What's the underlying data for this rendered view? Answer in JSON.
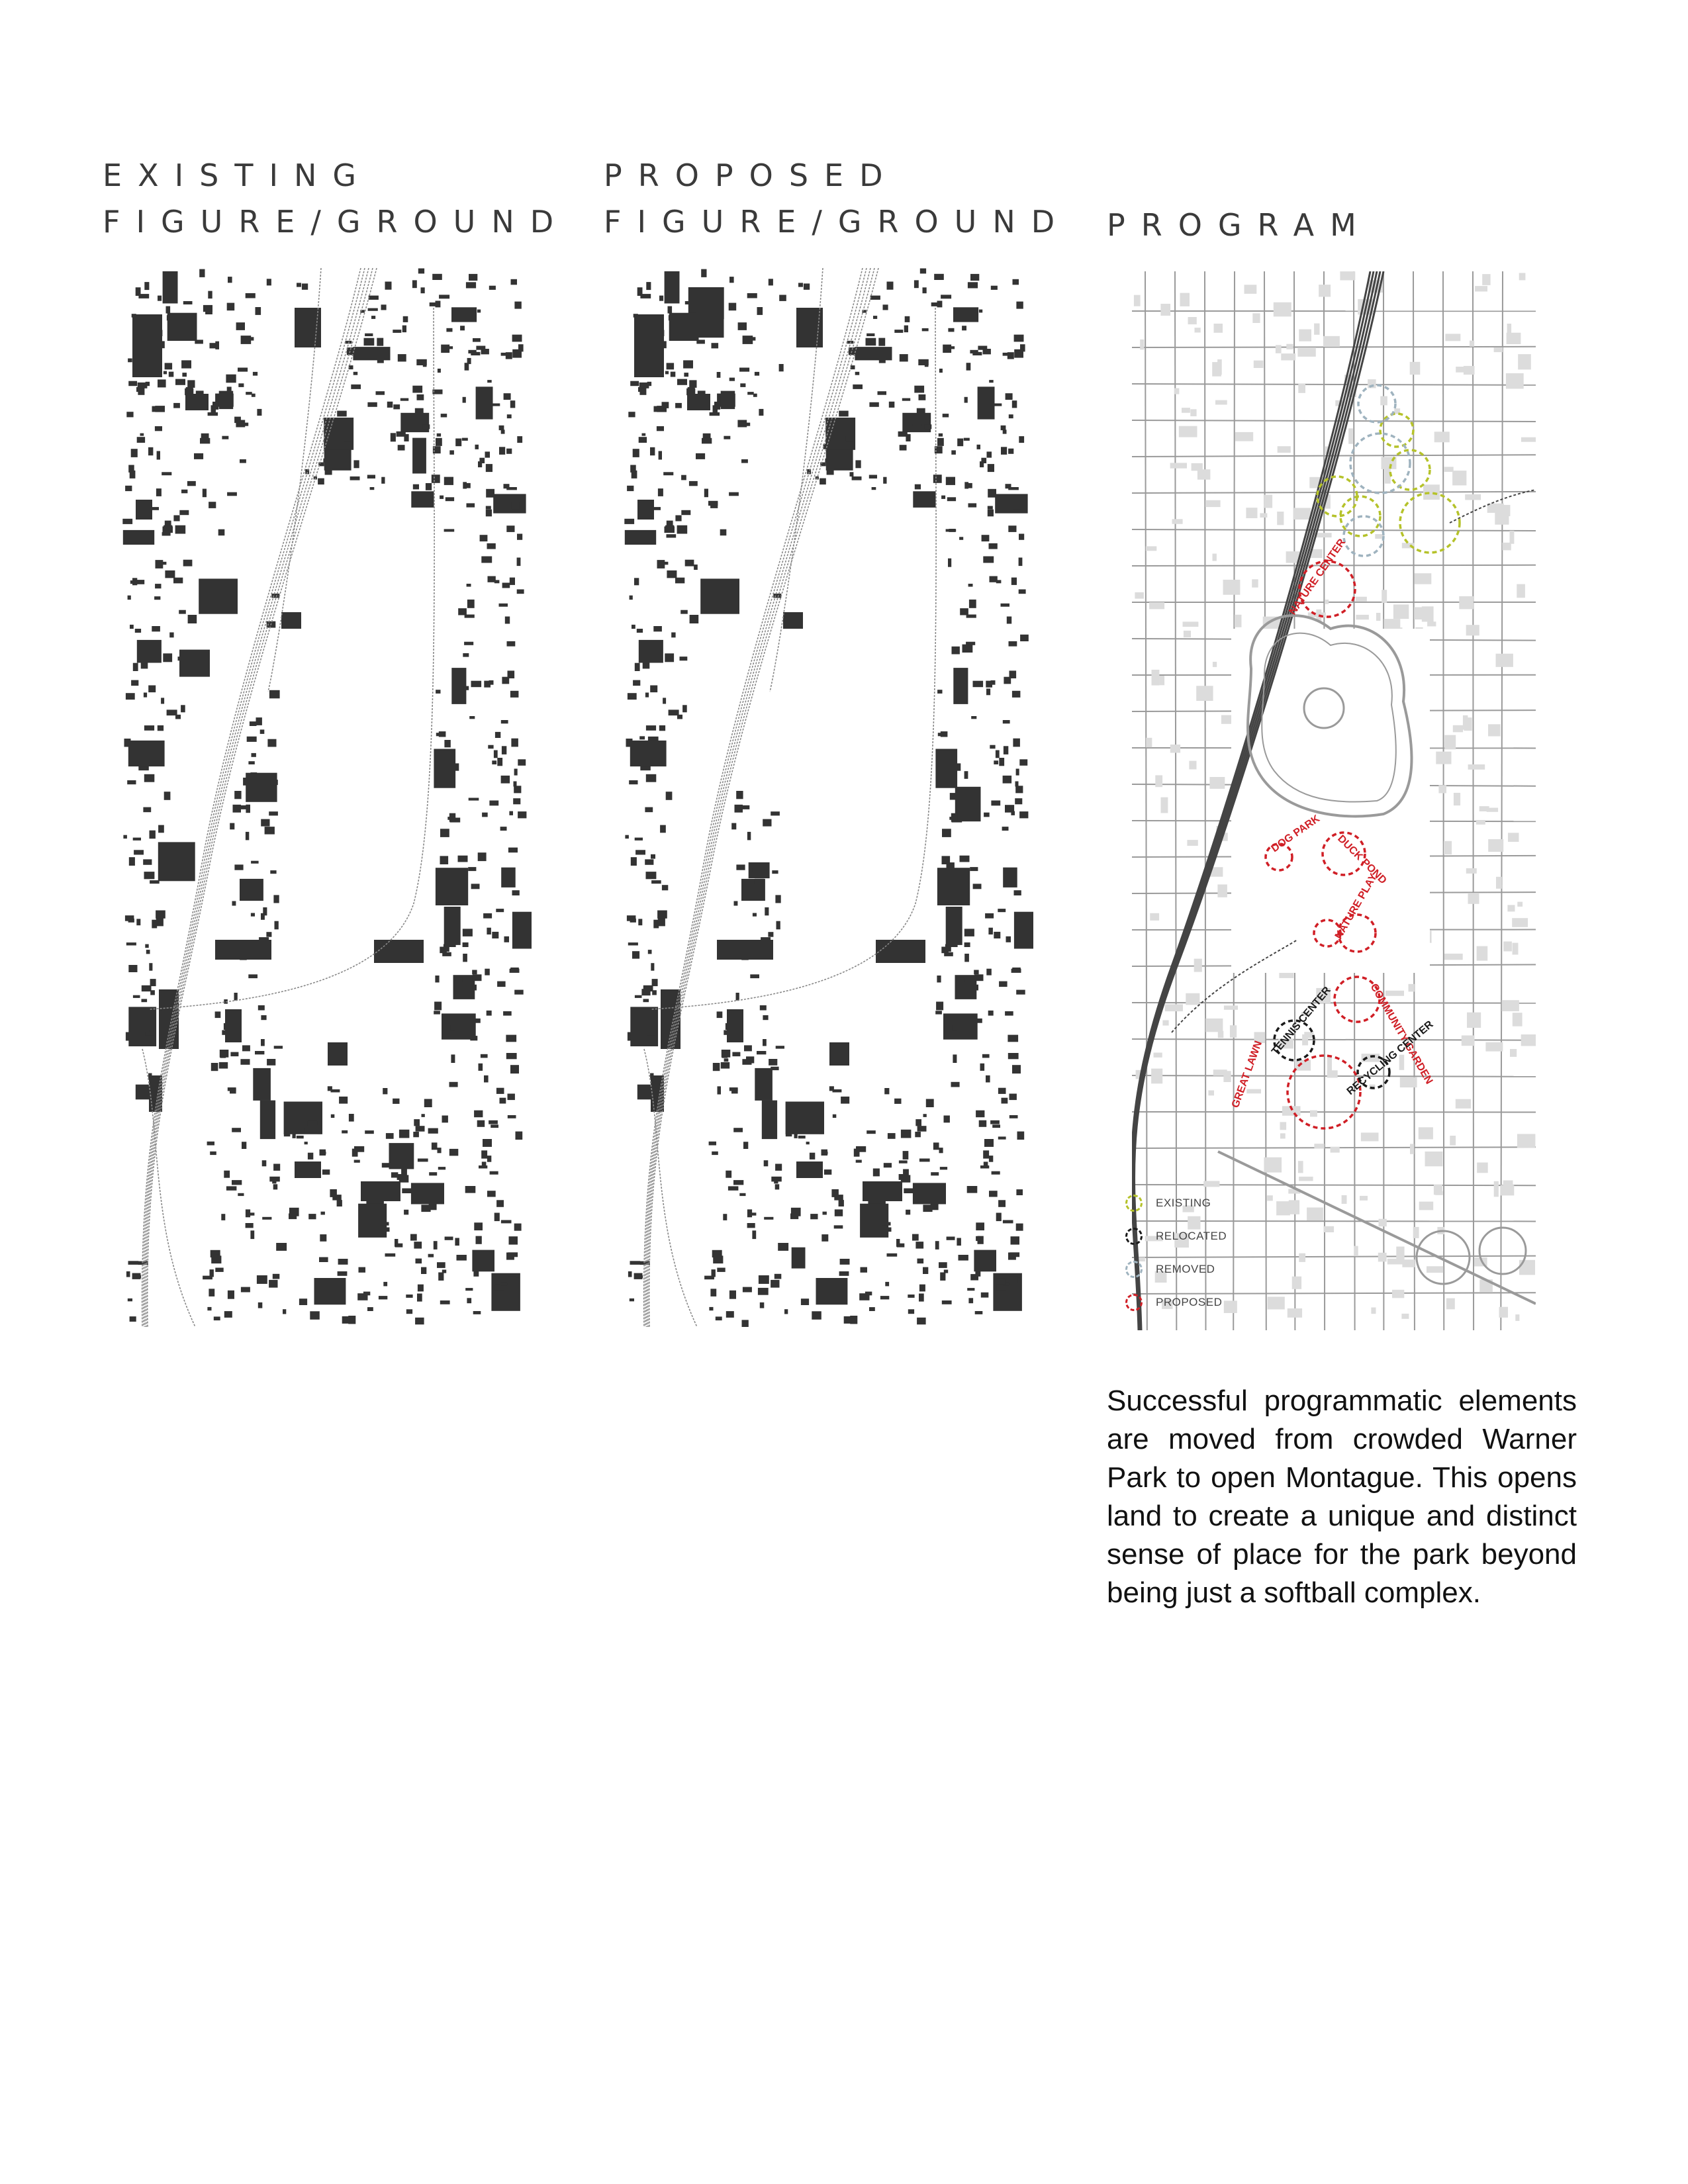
{
  "headings": {
    "existing": [
      "EXISTING",
      "FIGURE/GROUND"
    ],
    "proposed": [
      "PROPOSED",
      "FIGURE/GROUND"
    ],
    "program": "PROGRAM"
  },
  "legend": [
    {
      "label": "EXISTING",
      "color": "#b5c22a"
    },
    {
      "label": "RELOCATED",
      "color": "#1a1a1a"
    },
    {
      "label": "REMOVED",
      "color": "#9fb3bf"
    },
    {
      "label": "PROPOSED",
      "color": "#d01f26"
    }
  ],
  "program_labels": {
    "great_lawn": "GREAT LAWN",
    "dog_park": "DOG PARK",
    "duck_pond": "DUCK POND",
    "nature_play": "NATURE PLAY",
    "community_garden": "COMMUNITY GARDEN",
    "tennis_center": "TENNIS CENTER",
    "recycling_center": "RECYCLING CENTER",
    "nature_center": "NATURE CENTER"
  },
  "caption": "Successful programmatic elements are moved from crowded Warner Park to open Montague.  This opens land to create a unique and distinct sense of place for the park beyond being just a softball complex.",
  "colors": {
    "building": "#333333",
    "rail": "#888888",
    "road": "#9a9a9a",
    "light_building": "#dcdcdc",
    "existing": "#b5c22a",
    "relocated": "#1a1a1a",
    "removed": "#9fb3bf",
    "proposed": "#d01f26"
  }
}
